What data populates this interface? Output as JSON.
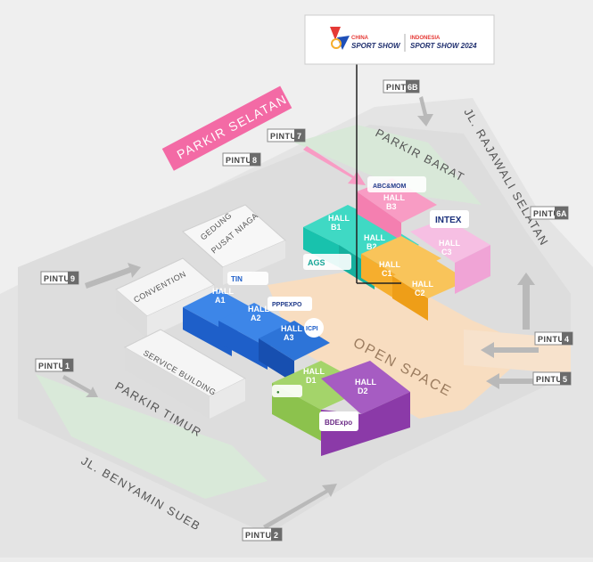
{
  "header": {
    "brand_line1": "CHINA",
    "brand_line2": "SPORT SHOW",
    "brand_line3": "INDONESIA",
    "brand_line4": "SPORT SHOW 2024"
  },
  "gates": [
    {
      "id": "g6b",
      "label": "PINTU",
      "num": "6B"
    },
    {
      "id": "g7",
      "label": "PINTU",
      "num": "7"
    },
    {
      "id": "g8",
      "label": "PINTU",
      "num": "8"
    },
    {
      "id": "g6a",
      "label": "PINTU",
      "num": "6A"
    },
    {
      "id": "g9",
      "label": "PINTU",
      "num": "9"
    },
    {
      "id": "g4",
      "label": "PINTU",
      "num": "4"
    },
    {
      "id": "g1",
      "label": "PINTU",
      "num": "1"
    },
    {
      "id": "g5",
      "label": "PINTU",
      "num": "5"
    },
    {
      "id": "g2",
      "label": "PINTU",
      "num": "2"
    }
  ],
  "areas": {
    "parkir_selatan": "PARKIR SELATAN",
    "parkir_barat": "PARKIR BARAT",
    "parkir_timur": "PARKIR TIMUR",
    "jl_rajawali": "JL. RAJAWALI SELATAN",
    "jl_benyamin": "JL. BENYAMIN SUEB",
    "gedung": [
      "GEDUNG",
      "PUSAT NIAGA"
    ],
    "convention": "CONVENTION",
    "service": "SERVICE BUILDING",
    "open_space": "OPEN SPACE"
  },
  "halls": {
    "a1": [
      "HALL",
      "A1"
    ],
    "a2": [
      "HALL",
      "A2"
    ],
    "a3": [
      "HALL",
      "A3"
    ],
    "b1": [
      "HALL",
      "B1"
    ],
    "b2": [
      "HALL",
      "B2"
    ],
    "b3": [
      "HALL",
      "B3"
    ],
    "c1": [
      "HALL",
      "C1"
    ],
    "c2": [
      "HALL",
      "C2"
    ],
    "c3": [
      "HALL",
      "C3"
    ],
    "d1": [
      "HALL",
      "D1"
    ],
    "d2": [
      "HALL",
      "D2"
    ]
  },
  "logos": {
    "abcmom": "ABC&MOM",
    "intex": "INTEX",
    "ags": "AGS",
    "tin": "TIN",
    "ppp": "PPPEXPO",
    "icpi": "ICPI",
    "bdexpo": "BDExpo"
  },
  "colors": {
    "hall_a": "#1e5fc9",
    "hall_b": "#18c2ad",
    "hall_b3": "#f47fb0",
    "hall_c": "#f6ae2d",
    "hall_c3": "#f0a4d6",
    "hall_d1": "#8cc24d",
    "hall_d2": "#8b3aa8",
    "parkir_selatan": "#f36aa5",
    "open_space": "#f8ddc0"
  }
}
